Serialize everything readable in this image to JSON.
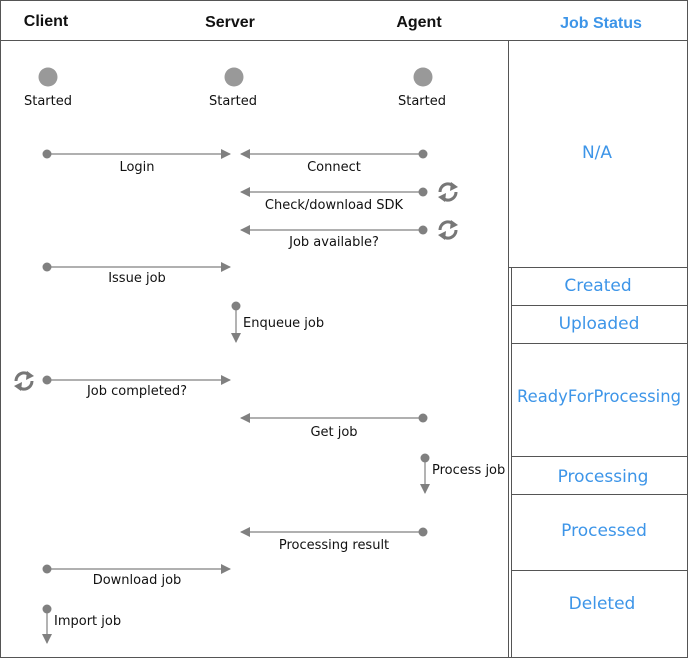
{
  "headers": {
    "client": "Client",
    "server": "Server",
    "agent": "Agent",
    "job_status": "Job Status"
  },
  "started": {
    "client": "Started",
    "server": "Started",
    "agent": "Started"
  },
  "messages": {
    "login": "Login",
    "connect": "Connect",
    "check_sdk": "Check/download SDK",
    "job_available": "Job available?",
    "issue_job": "Issue job",
    "enqueue_job": "Enqueue job",
    "job_completed": "Job completed?",
    "get_job": "Get job",
    "process_job": "Process job",
    "processing_result": "Processing result",
    "download_job": "Download job",
    "import_job": "Import job"
  },
  "statuses": {
    "na": "N/A",
    "created": "Created",
    "uploaded": "Uploaded",
    "ready": "ReadyForProcessing",
    "processing": "Processing",
    "processed": "Processed",
    "deleted": "Deleted"
  },
  "colors": {
    "accent": "#3d95e8",
    "line": "#808080",
    "text": "#111111"
  },
  "icons": {
    "started": "circle-icon",
    "refresh": "refresh-icon"
  }
}
